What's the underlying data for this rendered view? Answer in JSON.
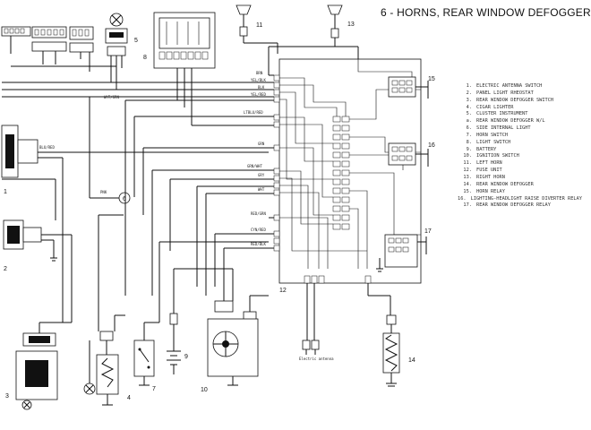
{
  "title": "6 - HORNS, REAR WINDOW DEFOGGER",
  "legend": [
    {
      "num": "1.",
      "text": "ELECTRIC ANTENNA SWITCH"
    },
    {
      "num": "2.",
      "text": "PANEL LIGHT RHEOSTAT"
    },
    {
      "num": "3.",
      "text": "REAR WINDOW DEFOGGER SWITCH"
    },
    {
      "num": "4.",
      "text": "CIGAR LIGHTER"
    },
    {
      "num": "5.",
      "text": "CLUSTER INSTRUMENT"
    },
    {
      "num": "a.",
      "text": "REAR WINDOW DEFOGGER W/L"
    },
    {
      "num": "6.",
      "text": "SIDE INTERNAL LIGHT"
    },
    {
      "num": "7.",
      "text": "HORN SWITCH"
    },
    {
      "num": "8.",
      "text": "LIGHT SWITCH"
    },
    {
      "num": "9.",
      "text": "BATTERY"
    },
    {
      "num": "10.",
      "text": "IGNITION SWITCH"
    },
    {
      "num": "11.",
      "text": "LEFT HORN"
    },
    {
      "num": "12.",
      "text": "FUSE UNIT"
    },
    {
      "num": "13.",
      "text": "RIGHT HORN"
    },
    {
      "num": "14.",
      "text": "REAR WINDOW DEFOGGER"
    },
    {
      "num": "15.",
      "text": "HORN RELAY"
    },
    {
      "num": "16.",
      "text": "LIGHTING-HEADLIGHT RAISE DIVERTER RELAY"
    },
    {
      "num": "17.",
      "text": "REAR WINDOW DEFOGGER RELAY"
    }
  ],
  "component_numbers": {
    "c1": "1",
    "c2": "2",
    "c3": "3",
    "c4": "4",
    "c5": "5",
    "c6": "6",
    "c7": "7",
    "c8": "8",
    "c9": "9",
    "c10": "10",
    "c11": "11",
    "c12": "12",
    "c13": "13",
    "c14": "14",
    "c15": "15",
    "c16": "16",
    "c17": "17"
  },
  "wire_labels": {
    "brn": "BRN",
    "yel_blk": "YEL/BLK",
    "blk": "BLK",
    "yel_red": "YEL/RED",
    "ltblu_red": "LTBLU/RED",
    "grn": "GRN",
    "grn_wht": "GRN/WHT",
    "gry": "GRY",
    "wht": "WHT",
    "red_grn": "RED/GRN",
    "cyn_red": "CYN/RED",
    "red_blk": "RED/BLK",
    "pnk": "PNK",
    "blu_red": "BLU/RED",
    "wht_grn": "WHT/GRN",
    "antenna": "Electric antenna"
  }
}
